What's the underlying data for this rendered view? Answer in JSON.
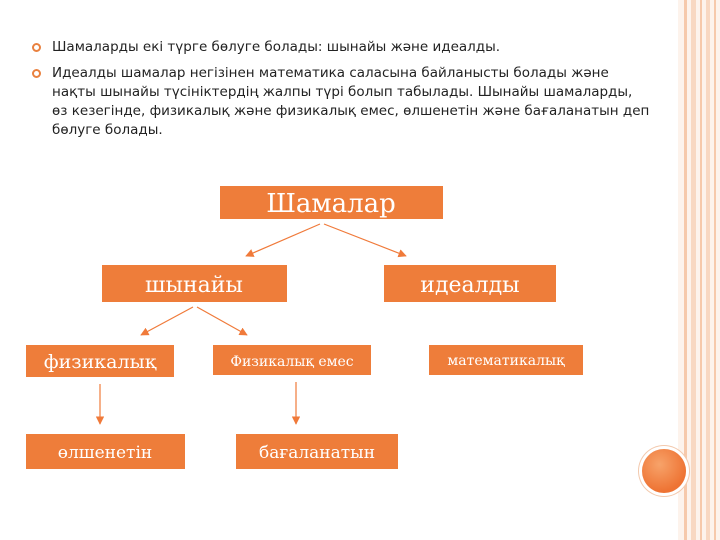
{
  "bullets": [
    "Шамаларды екі түрге бөлуге болады: шынайы және идеалды.",
    "Идеалды шамалар негізінен математика саласына байланысты болады және нақты шынайы түсініктердің жалпы түрі болып табылады. Шынайы шамаларды, өз кезегінде, физикалық және физикалық емес, өлшенетін және бағаланатын деп бөлуге болады."
  ],
  "diagram": {
    "root": "Шамалар",
    "real": "шынайы",
    "ideal": "идеалды",
    "physical": "физикалық",
    "non_physical": "Физикалық емес",
    "mathematical": "математикалық",
    "measurable": "өлшенетін",
    "assessable": "бағаланатын"
  },
  "colors": {
    "box_fill": "#ee7d3a",
    "arrow": "#f07a3a",
    "bullet": "#e9813f",
    "stripes": "#f6c9ab",
    "circle": "#ee7333"
  }
}
